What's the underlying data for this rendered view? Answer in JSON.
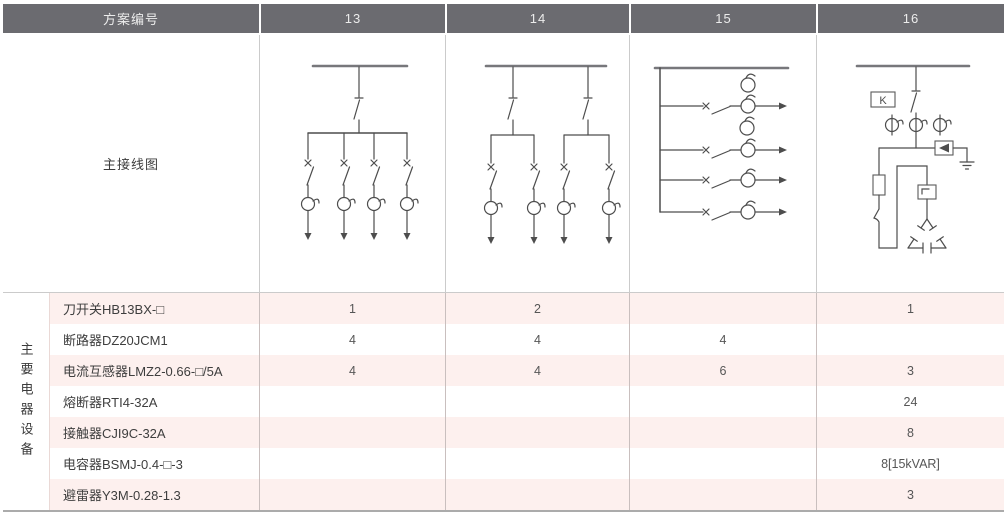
{
  "header": {
    "scheme_label": "方案编号",
    "schemes": [
      "13",
      "14",
      "15",
      "16"
    ]
  },
  "diagram": {
    "label": "主接线图",
    "k_label": "K"
  },
  "equipment": {
    "vertical_label": "主要电器设备",
    "rows": [
      {
        "label": "刀开关HB13BX-□",
        "values": [
          "1",
          "2",
          "",
          "1"
        ]
      },
      {
        "label": "断路器DZ20JCM1",
        "values": [
          "4",
          "4",
          "4",
          ""
        ]
      },
      {
        "label": "电流互感器LMZ2-0.66-□/5A",
        "values": [
          "4",
          "4",
          "6",
          "3"
        ]
      },
      {
        "label": "熔断器RTI4-32A",
        "values": [
          "",
          "",
          "",
          "24"
        ]
      },
      {
        "label": "接触器CJI9C-32A",
        "values": [
          "",
          "",
          "",
          "8"
        ]
      },
      {
        "label": "电容器BSMJ-0.4-□-3",
        "values": [
          "",
          "",
          "",
          "8[15kVAR]"
        ]
      },
      {
        "label": "避雷器Y3M-0.28-1.3",
        "values": [
          "",
          "",
          "",
          "3"
        ]
      }
    ]
  },
  "colors": {
    "header_bg": "#6b6b70",
    "row_pink": "#fdf0ee",
    "diagram_line": "#4d4d4d",
    "busbar": "#77777b"
  }
}
